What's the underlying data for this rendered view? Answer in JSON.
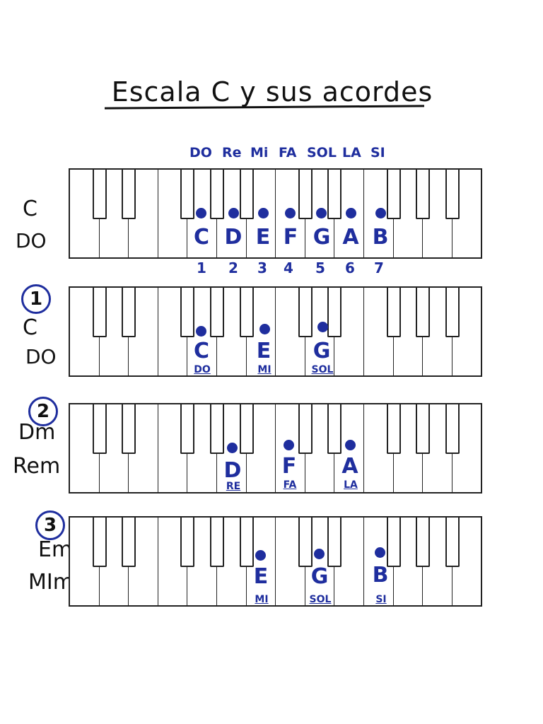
{
  "title": "Escala C y sus acordes",
  "scale_note_names": [
    "DO",
    "Re",
    "Mi",
    "FA",
    "SOL",
    "LA",
    "SI"
  ],
  "ink_color": "#1f2e9e",
  "rows": [
    {
      "number": "",
      "label_line1": "C",
      "label_line2": "DO",
      "notes": [
        "C",
        "D",
        "E",
        "F",
        "G",
        "A",
        "B"
      ],
      "subs": [],
      "degrees": [
        "1",
        "2",
        "3",
        "4",
        "5",
        "6",
        "7"
      ]
    },
    {
      "number": "1",
      "label_line1": "C",
      "label_line2": "DO",
      "notes": [
        "C",
        "E",
        "G"
      ],
      "subs": [
        "DO",
        "MI",
        "SOL"
      ]
    },
    {
      "number": "2",
      "label_line1": "Dm",
      "label_line2": "Rem",
      "notes": [
        "D",
        "F",
        "A"
      ],
      "subs": [
        "RE",
        "FA",
        "LA"
      ]
    },
    {
      "number": "3",
      "label_line1": "Em",
      "label_line2": "MIm",
      "notes": [
        "E",
        "G",
        "B"
      ],
      "subs": [
        "MI",
        "SOL",
        "SI"
      ]
    }
  ]
}
